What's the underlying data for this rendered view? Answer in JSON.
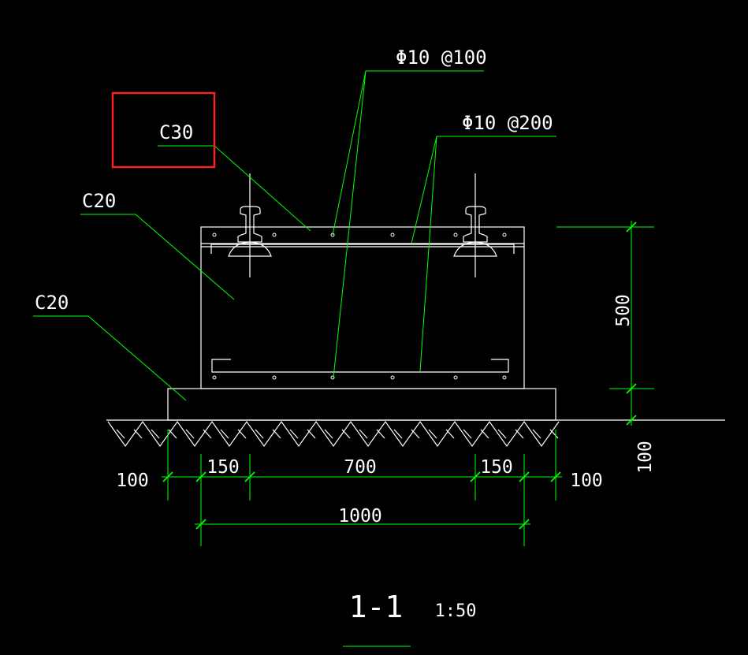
{
  "labels": {
    "concrete_top": "C30",
    "concrete_block": "C20",
    "concrete_base": "C20",
    "rebar_main": "Φ10 @100",
    "rebar_dist": "Φ10 @200"
  },
  "dimensions": {
    "height_block": "500",
    "height_base": "100",
    "base_left": "100",
    "left_margin": "150",
    "center": "700",
    "right_margin": "150",
    "base_right": "100",
    "total_width": "1000"
  },
  "section": {
    "title": "1-1",
    "scale": "1:50"
  },
  "colors": {
    "background": "#000000",
    "lines": "#ffffff",
    "leaders": "#00ff00",
    "highlight": "#ff2020"
  }
}
